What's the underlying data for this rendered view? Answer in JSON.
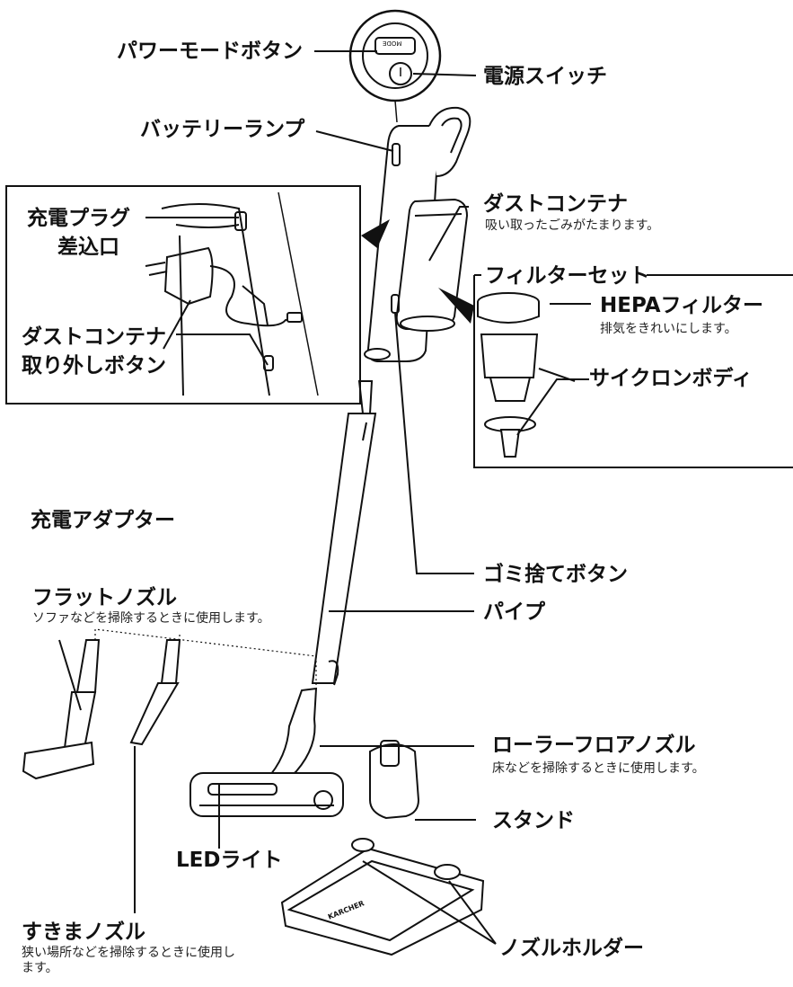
{
  "labels": {
    "power_mode_button": "パワーモードボタン",
    "power_switch": "電源スイッチ",
    "battery_lamp": "バッテリーランプ",
    "dust_container": "ダストコンテナ",
    "dust_container_desc": "吸い取ったごみがたまります。",
    "charge_plug_port_line1": "充電プラグ",
    "charge_plug_port_line2": "差込口",
    "dust_release_line1": "ダストコンテナ",
    "dust_release_line2": "取り外しボタン",
    "filter_set": "フィルターセット",
    "hepa_filter": "HEPAフィルター",
    "hepa_filter_desc": "排気をきれいにします。",
    "cyclone_body": "サイクロンボディ",
    "charge_adapter": "充電アダプター",
    "dust_dump_button": "ゴミ捨てボタン",
    "flat_nozzle": "フラットノズル",
    "flat_nozzle_desc": "ソファなどを掃除するときに使用します。",
    "pipe": "パイプ",
    "roller_floor_nozzle": "ローラーフロアノズル",
    "roller_floor_nozzle_desc": "床などを掃除するときに使用します。",
    "stand": "スタンド",
    "led_light": "LEDライト",
    "crevice_nozzle": "すきまノズル",
    "crevice_nozzle_desc": "狭い場所などを掃除するときに使用します。",
    "nozzle_holder": "ノズルホルダー"
  },
  "device_text": {
    "mode_button_text": "MODE",
    "brand_text": "KARCHER"
  }
}
